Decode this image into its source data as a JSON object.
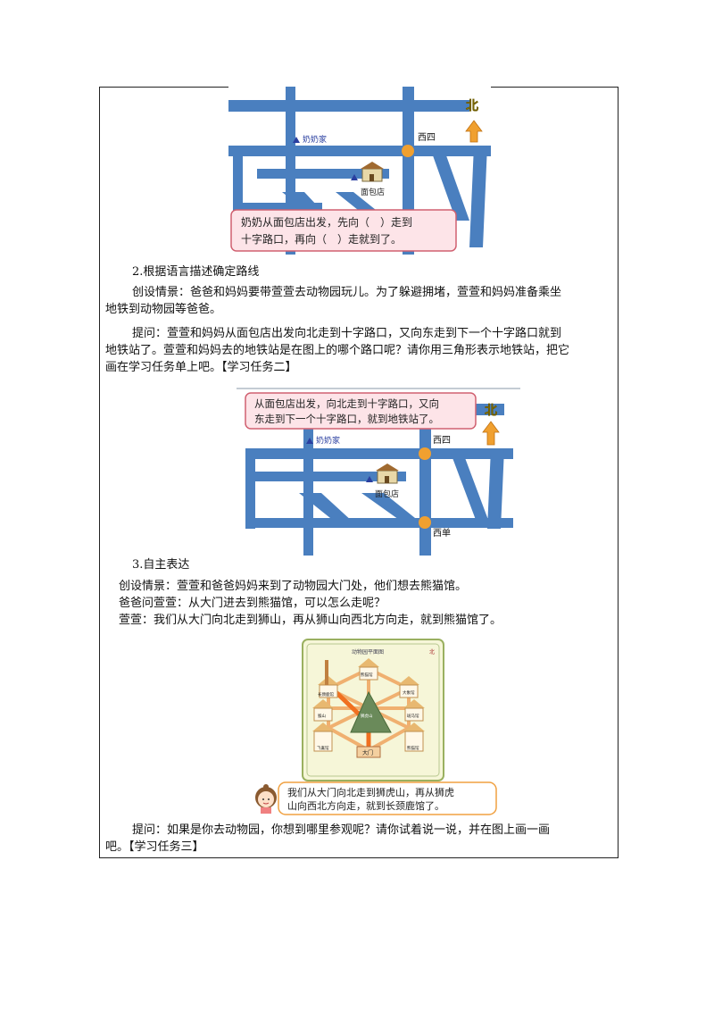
{
  "map1": {
    "north_label": "北",
    "grandma_house": "奶奶家",
    "xisi": "西四",
    "bakery": "面包店",
    "bubble_line1": "奶奶从面包店出发，先向（　）走到",
    "bubble_line2": "十字路口，再向（　）走就到了。"
  },
  "section2": {
    "heading": "2.根据语言描述确定路线",
    "scenario_line1": "创设情景：爸爸和妈妈要带萱萱去动物园玩儿。为了躲避拥堵，萱萱和妈妈准备乘坐",
    "scenario_line2": "地铁到动物园等爸爸。",
    "question_line1": "提问：萱萱和妈妈从面包店出发向北走到十字路口，又向东走到下一个十字路口就到",
    "question_line2": "地铁站了。萱萱和妈妈去的地铁站是在图上的哪个路口呢？请你用三角形表示地铁站，把它",
    "question_line3": "画在学习任务单上吧。【学习任务二】"
  },
  "map2": {
    "bubble_line1": "从面包店出发，向北走到十字路口，又向",
    "bubble_line2": "东走到下一个十字路口，就到地铁站了。",
    "north_label": "北",
    "grandma_house": "奶奶家",
    "xisi": "西四",
    "bakery": "面包店",
    "xidan": "西单"
  },
  "section3": {
    "heading": "3.自主表达",
    "line1": "创设情景：萱萱和爸爸妈妈来到了动物园大门处，他们想去熊猫馆。",
    "line2": "爸爸问萱萱：从大门进去到熊猫馆，可以怎么走呢？",
    "line3": "萱萱：我们从大门向北走到狮山，再从狮山向西北方向走，就到熊猫馆了。"
  },
  "zoo_map": {
    "title": "动物园平面图",
    "north": "北",
    "gate": "大门",
    "giraffe": "长颈鹿馆",
    "lion": "狮虎山",
    "bear": "熊猫馆",
    "elephant": "大象馆",
    "monkey": "猴山",
    "bird": "飞禽馆",
    "zebra": "斑马馆",
    "panda": "熊猫馆",
    "bubble_line1": "我们从大门向北走到狮虎山，再从狮虎",
    "bubble_line2": "山向西北方向走，就到长颈鹿馆了。"
  },
  "final": {
    "line1": "提问：如果是你去动物园，你想到哪里参观呢？请你试着说一说，并在图上画一画",
    "line2": "吧。【学习任务三】"
  },
  "colors": {
    "road": "#4a7fbf",
    "node": "#f0a030",
    "bubble_fill": "#fde4e8",
    "bubble_border": "#d06070",
    "path": "#f07020",
    "zoo_bg": "#f6f6d8"
  }
}
